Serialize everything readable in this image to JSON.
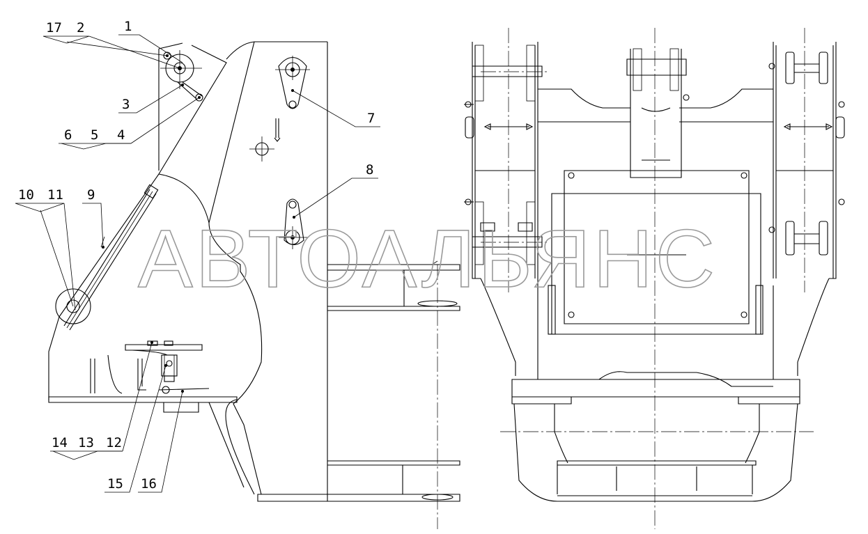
{
  "watermark": "АВТОАЛЬЯНС",
  "callouts": [
    {
      "id": "c1",
      "text": "1"
    },
    {
      "id": "c2",
      "text": "2"
    },
    {
      "id": "c3",
      "text": "3"
    },
    {
      "id": "c4",
      "text": "4"
    },
    {
      "id": "c5",
      "text": "5"
    },
    {
      "id": "c6",
      "text": "6"
    },
    {
      "id": "c7",
      "text": "7"
    },
    {
      "id": "c8",
      "text": "8"
    },
    {
      "id": "c9",
      "text": "9"
    },
    {
      "id": "c10",
      "text": "10"
    },
    {
      "id": "c11",
      "text": "11"
    },
    {
      "id": "c12",
      "text": "12"
    },
    {
      "id": "c13",
      "text": "13"
    },
    {
      "id": "c14",
      "text": "14"
    },
    {
      "id": "c15",
      "text": "15"
    },
    {
      "id": "c16",
      "text": "16"
    },
    {
      "id": "c17",
      "text": "17"
    }
  ],
  "colors": {
    "line": "#000000",
    "watermark": "#9a9a9a",
    "background": "#ffffff"
  }
}
